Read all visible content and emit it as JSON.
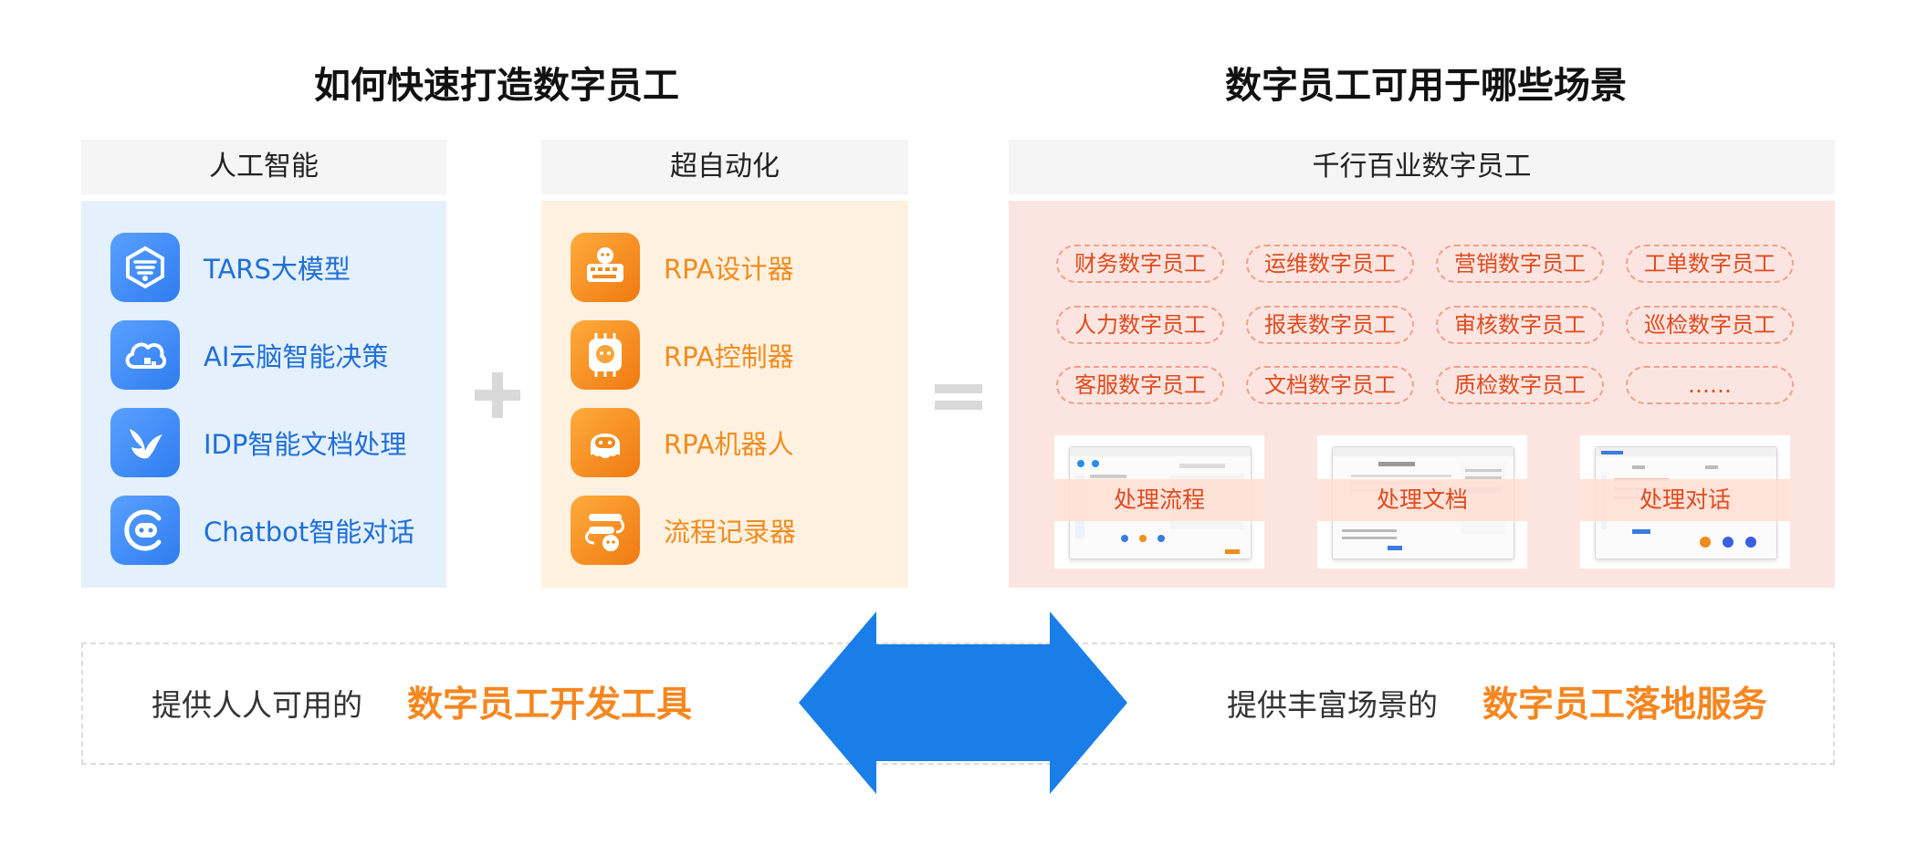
{
  "titles": {
    "left": "如何快速打造数字员工",
    "right": "数字员工可用于哪些场景"
  },
  "ai_column": {
    "header": "人工智能",
    "items": [
      {
        "label": "TARS大模型",
        "icon": "tars-model-icon"
      },
      {
        "label": "AI云脑智能决策",
        "icon": "ai-cloud-brain-icon"
      },
      {
        "label": "IDP智能文档处理",
        "icon": "idp-bird-icon"
      },
      {
        "label": "Chatbot智能对话",
        "icon": "chatbot-icon"
      }
    ]
  },
  "rpa_column": {
    "header": "超自动化",
    "items": [
      {
        "label": "RPA设计器",
        "icon": "rpa-designer-icon"
      },
      {
        "label": "RPA控制器",
        "icon": "rpa-controller-icon"
      },
      {
        "label": "RPA机器人",
        "icon": "rpa-robot-icon"
      },
      {
        "label": "流程记录器",
        "icon": "process-recorder-icon"
      }
    ]
  },
  "operators": {
    "plus": "+",
    "equals": "="
  },
  "industry_column": {
    "header": "千行百业数字员工",
    "tags": [
      "财务数字员工",
      "运维数字员工",
      "营销数字员工",
      "工单数字员工",
      "人力数字员工",
      "报表数字员工",
      "审核数字员工",
      "巡检数字员工",
      "客服数字员工",
      "文档数字员工",
      "质检数字员工",
      "……"
    ],
    "screenshots": [
      {
        "label": "处理流程"
      },
      {
        "label": "处理文档"
      },
      {
        "label": "处理对话"
      }
    ]
  },
  "bottom": {
    "left_plain": "提供人人可用的",
    "left_accent": "数字员工开发工具",
    "right_plain": "提供丰富场景的",
    "right_accent": "数字员工落地服务"
  },
  "colors": {
    "ai_bg": "#e4f0fc",
    "rpa_bg": "#fff1e0",
    "industry_bg": "#fce5e0",
    "blue_accent": "#1f6fd6",
    "orange_accent": "#f08c1e",
    "tag_red": "#e04a1e",
    "arrow_blue": "#1a7ee8"
  }
}
